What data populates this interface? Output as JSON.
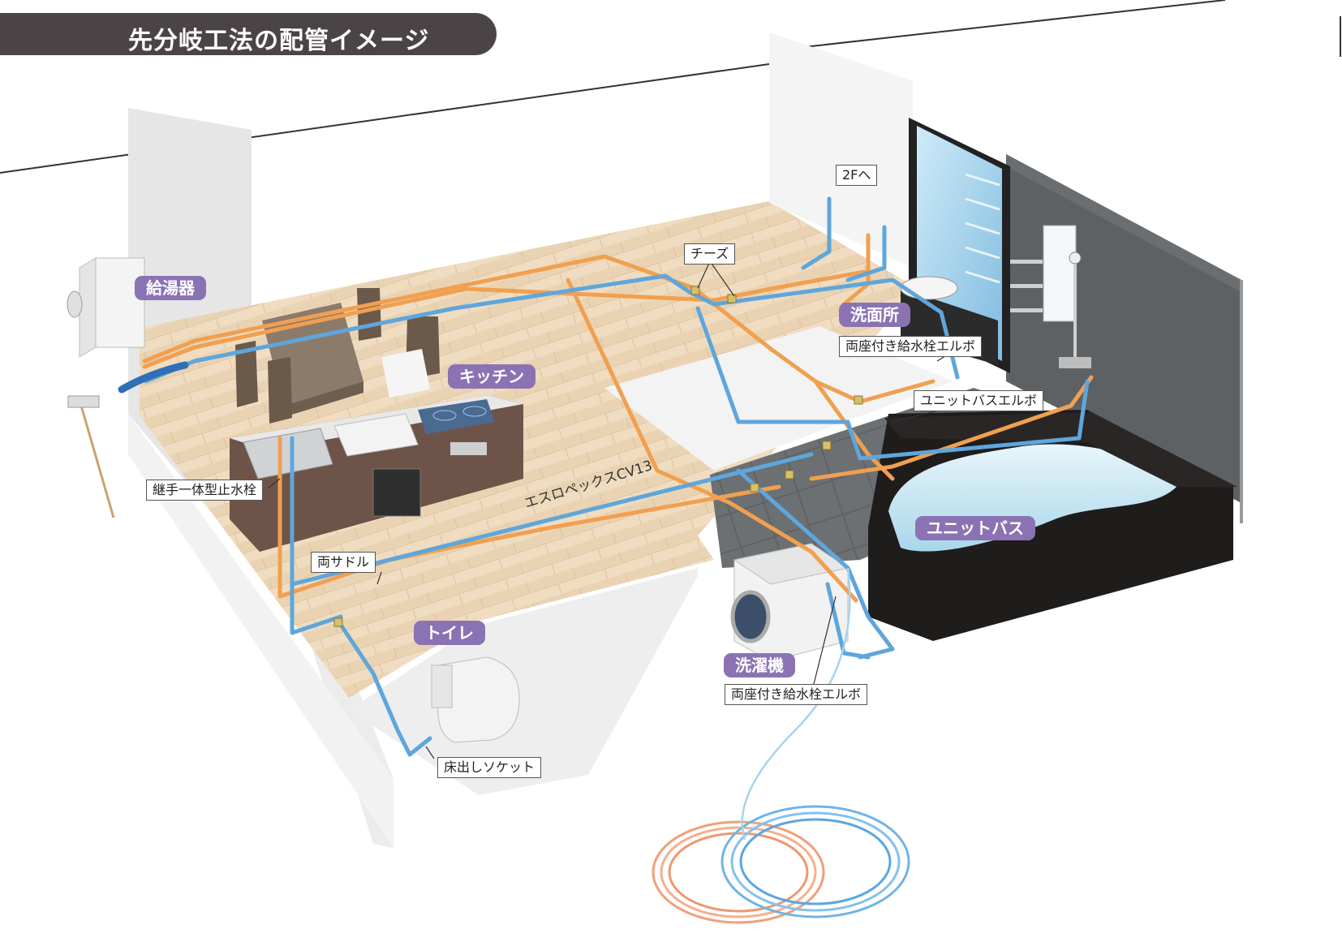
{
  "title": "先分岐工法の配管イメージ",
  "rooms": {
    "water_heater": "給湯器",
    "kitchen": "キッチン",
    "washroom": "洗面所",
    "unit_bath": "ユニットバス",
    "toilet": "トイレ",
    "washing_machine": "洗濯機"
  },
  "callouts": {
    "to_2f": "2Fへ",
    "tees": "チーズ",
    "washroom_elbow": "両座付き給水栓エルボ",
    "unit_bath_elbow": "ユニットバスエルボ",
    "stop_valve": "継手一体型止水栓",
    "saddle": "両サドル",
    "floor_socket": "床出しソケット",
    "washer_elbow": "両座付き給水栓エルボ"
  },
  "pipe_label": "エスロペックスCV13",
  "colors": {
    "hot_pipe": "#f0a050",
    "cold_pipe": "#5ea6dc",
    "tag_bg": "#8b73b3",
    "title_bg": "#4b4446"
  }
}
